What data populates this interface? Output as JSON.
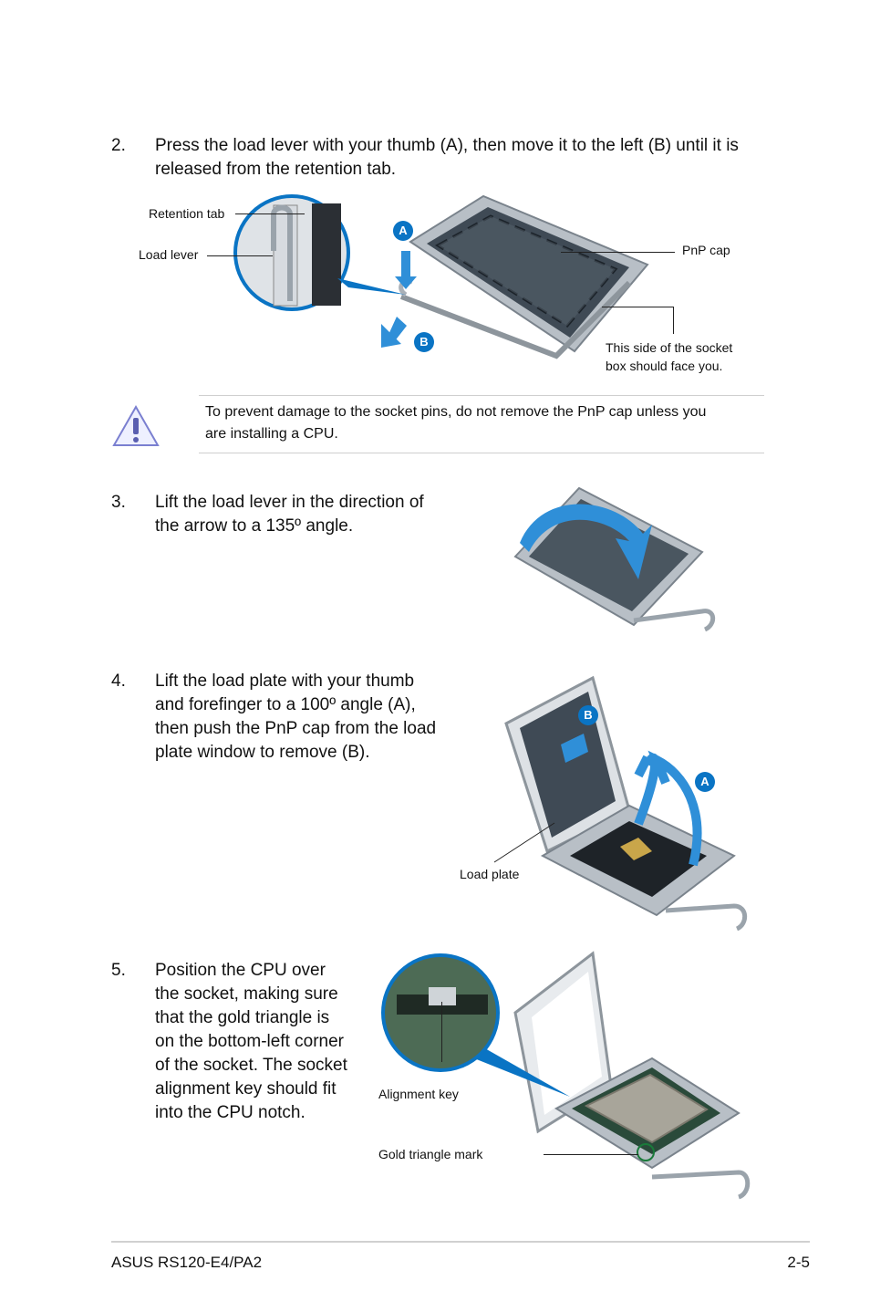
{
  "steps": [
    {
      "num": "2.",
      "lines": [
        "Press the load lever with your thumb (A), then move it to the left (B) until it is",
        "released from the retention tab."
      ]
    },
    {
      "num": "3.",
      "lines": [
        "Lift the load lever in the direction of",
        "the arrow to a 135º angle."
      ]
    },
    {
      "num": "4.",
      "lines": [
        "Lift the load plate with your thumb",
        "and forefinger to a 100º angle (A),",
        "then push the PnP cap from the load",
        "plate window to remove (B)."
      ]
    },
    {
      "num": "5.",
      "lines": [
        "Position the CPU over",
        "the socket, making sure",
        "that the gold triangle is",
        "on the bottom-left corner",
        "of the socket. The socket",
        "alignment key should fit",
        "into the CPU notch."
      ]
    }
  ],
  "fig1": {
    "retention_tab": "Retention tab",
    "load_lever": "Load lever",
    "pnp_cap": "PnP cap",
    "socket_side": [
      "This side of the socket",
      "box should face you."
    ],
    "badge_a": "A",
    "badge_b": "B"
  },
  "caution": {
    "icon": "warning-triangle-icon",
    "lines": [
      "To prevent damage to the socket pins, do not remove the PnP cap unless you",
      "are installing a CPU."
    ]
  },
  "fig3": {
    "badge_a": "A",
    "badge_b": "B",
    "load_plate": "Load plate"
  },
  "fig4": {
    "alignment_key": "Alignment key",
    "gold_triangle": "Gold triangle mark"
  },
  "footer": {
    "left": "ASUS RS120-E4/PA2",
    "right": "2-5"
  },
  "colors": {
    "accent_blue": "#0a74c4",
    "socket_gray": "#9aa3ab",
    "cap_dark": "#3f4a55"
  }
}
